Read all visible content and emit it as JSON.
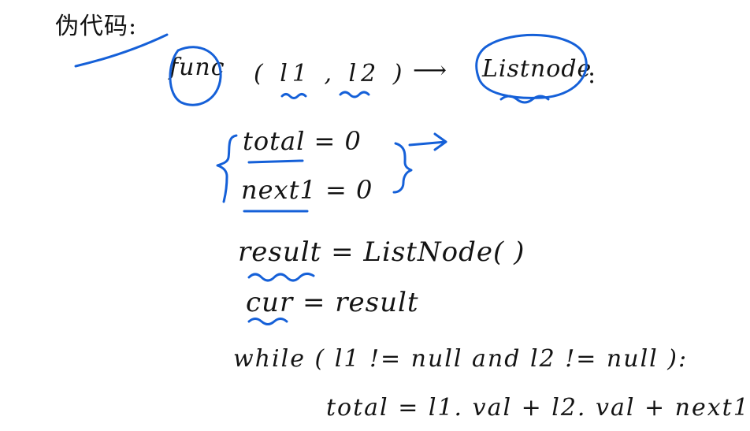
{
  "heading": "伪代码:",
  "signature": {
    "keyword": "func",
    "params": "( l1 , l2 )",
    "arrow": "⟶",
    "return_type": "Listnode",
    "colon": ":"
  },
  "lines": {
    "total_init": "total = 0",
    "next1_init": "next1 = 0",
    "result_init": "result = ListNode( )",
    "cur_init": "cur = result",
    "while_loop": "while ( l1 != null and l2 != null ):",
    "total_sum": "total = l1. val + l2. val + next1"
  },
  "colors": {
    "ink": "#141414",
    "annotation": "#1560d8"
  }
}
